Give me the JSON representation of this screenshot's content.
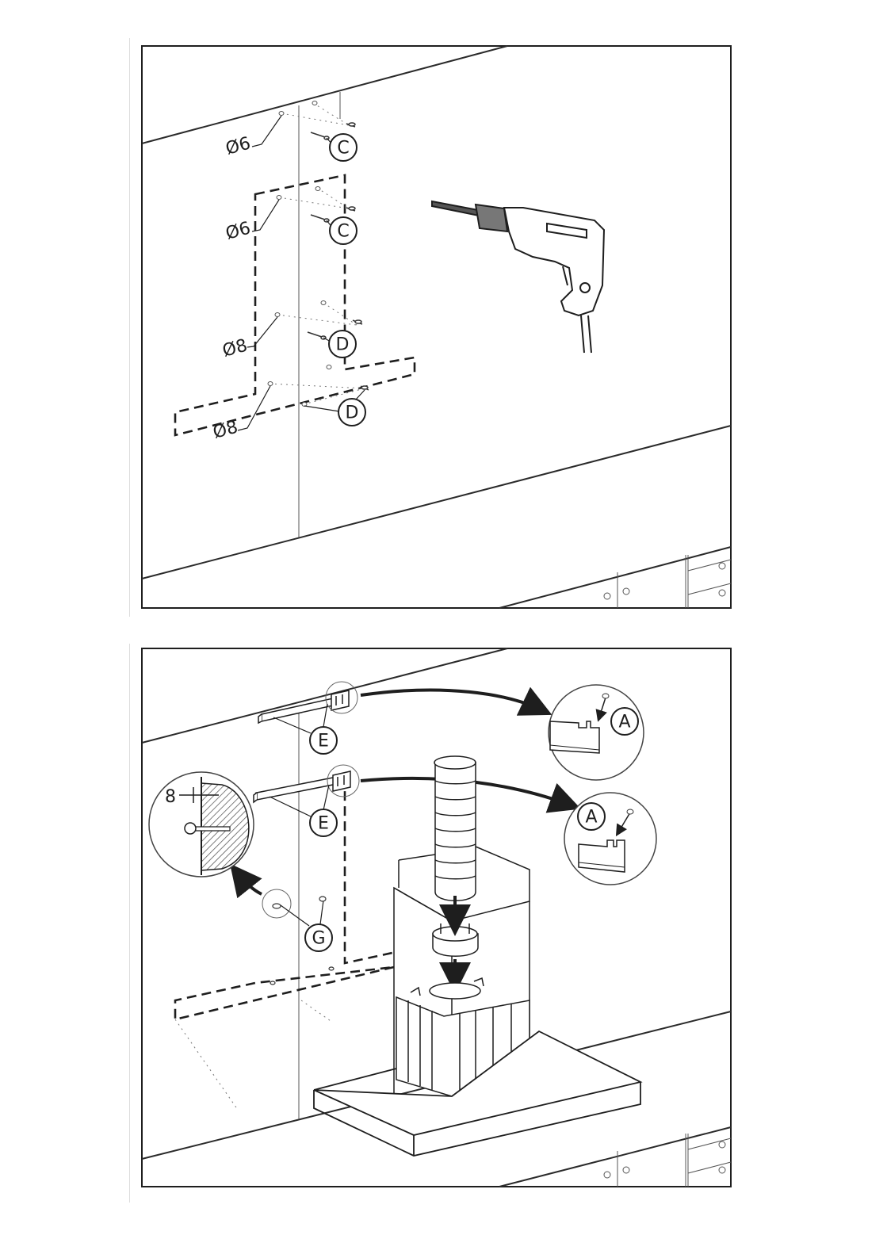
{
  "panel_top": {
    "callouts": [
      "C",
      "C",
      "D",
      "D"
    ],
    "diameters": [
      "Ø6",
      "Ø6",
      "Ø8",
      "Ø8"
    ]
  },
  "panel_bottom": {
    "callouts_e": [
      "E",
      "E"
    ],
    "callout_g": "G",
    "detail_a": [
      "A",
      "A"
    ],
    "gap_label": "8"
  },
  "colors": {
    "ink": "#1e1e1e",
    "paper": "#ffffff",
    "hatch": "#555555"
  }
}
